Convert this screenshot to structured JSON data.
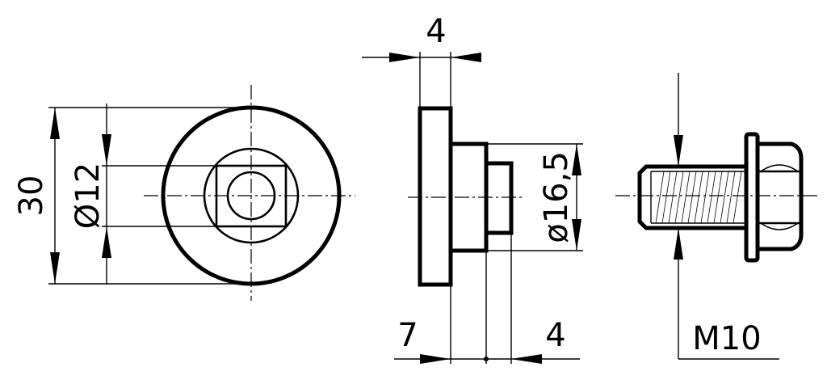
{
  "dimensions": {
    "outer_diameter": "30",
    "inner_diameter": "Ø12",
    "flange_thickness": "4",
    "spacer_diameter": "ø16,5",
    "hub_length": "7",
    "step_length": "4",
    "thread": "M10"
  },
  "colors": {
    "ink": "#000000",
    "paper": "#ffffff"
  }
}
